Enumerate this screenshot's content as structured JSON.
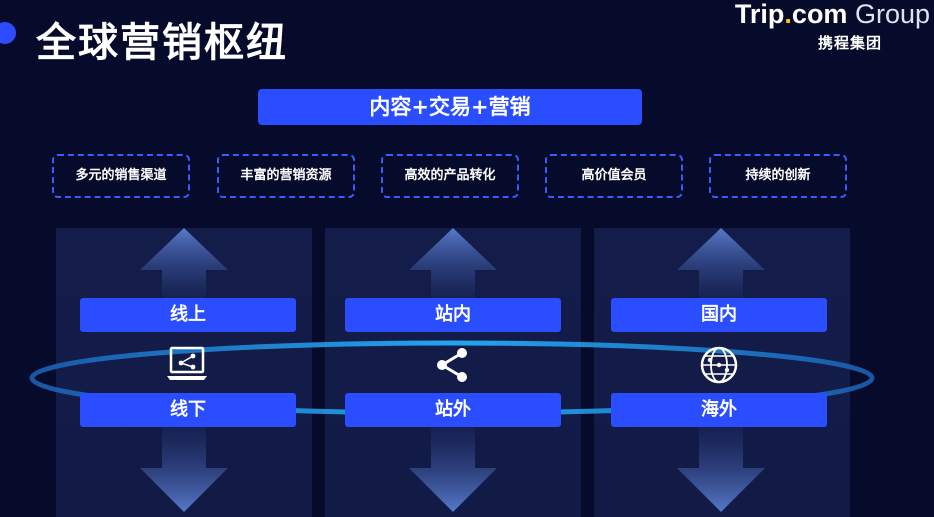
{
  "title": "全球营销枢纽",
  "logo": {
    "brand": "Trip",
    "dot": ".",
    "com": "com",
    "group": " Group",
    "sub": "携程集团"
  },
  "banner": "内容+交易+营销",
  "features": [
    "多元的销售渠道",
    "丰富的营销资源",
    "高效的产品转化",
    "高价值会员",
    "持续的创新"
  ],
  "columns": [
    {
      "top_label": "线上",
      "bottom_label": "线下",
      "icon": "laptop-share-icon"
    },
    {
      "top_label": "站内",
      "bottom_label": "站外",
      "icon": "share-icon"
    },
    {
      "top_label": "国内",
      "bottom_label": "海外",
      "icon": "globe-icon"
    }
  ],
  "colors": {
    "background": "#070b2b",
    "accent": "#2a4dff",
    "ring": "#1e90d8"
  }
}
